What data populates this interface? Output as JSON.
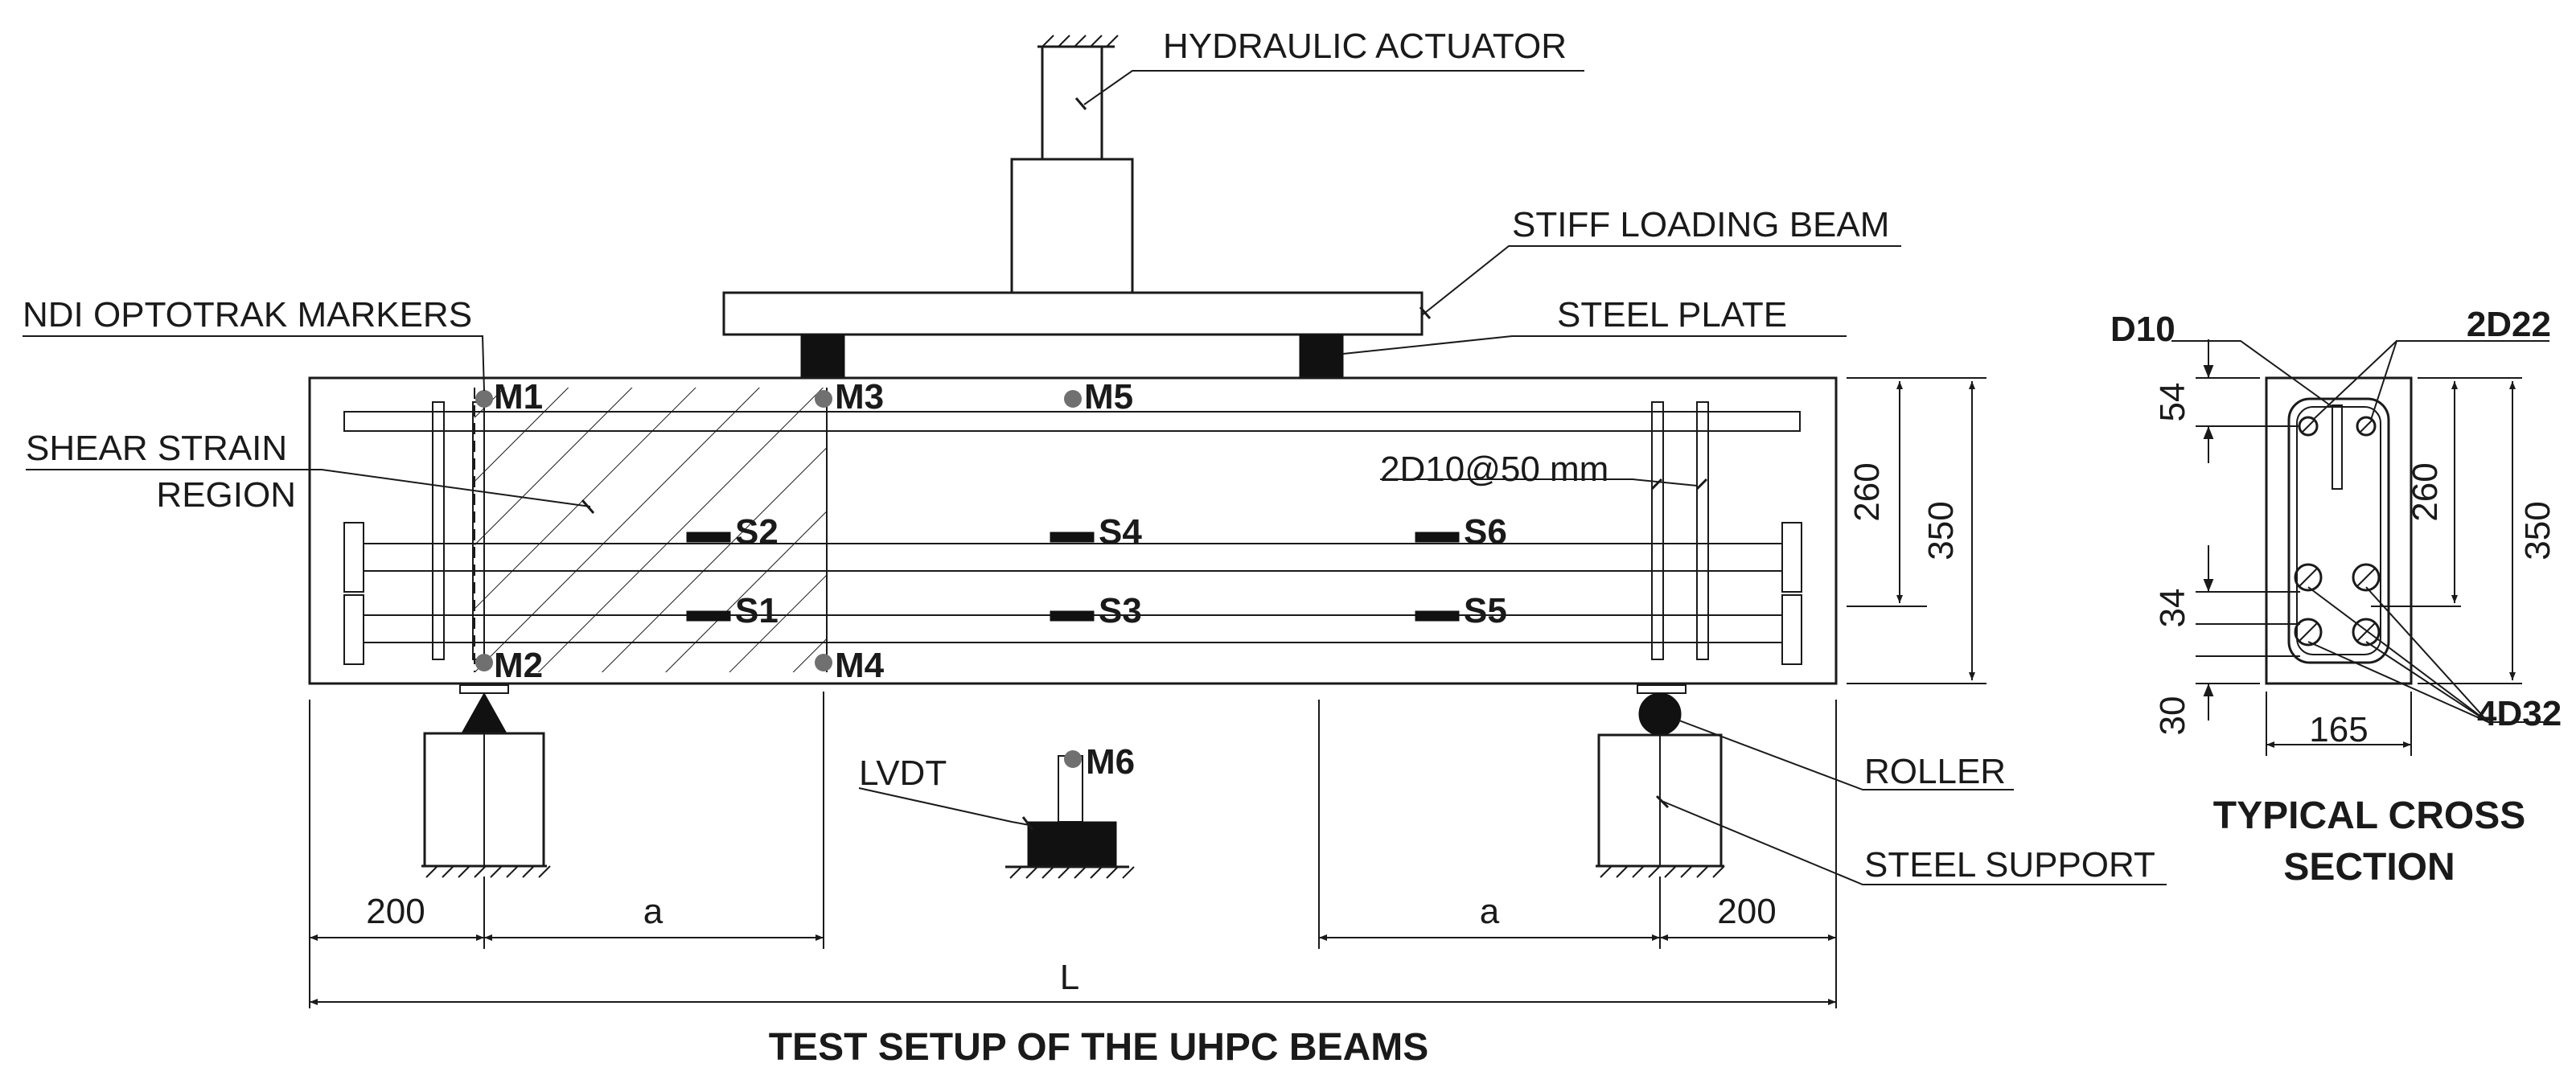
{
  "colors": {
    "ink": "#1a1a1a",
    "marker": "#707070",
    "solid": "#111111"
  },
  "labels": {
    "hydraulic_actuator": "HYDRAULIC ACTUATOR",
    "stiff_loading_beam": "STIFF LOADING BEAM",
    "steel_plate": "STEEL PLATE",
    "ndi_markers": "NDI OPTOTRAK MARKERS",
    "shear_strain_1": "SHEAR STRAIN",
    "shear_strain_2": "REGION",
    "stirrups": "2D10@50 mm",
    "lvdt": "LVDT",
    "roller": "ROLLER",
    "steel_support": "STEEL SUPPORT"
  },
  "markers": {
    "m1": "M1",
    "m2": "M2",
    "m3": "M3",
    "m4": "M4",
    "m5": "M5",
    "m6": "M6"
  },
  "gauges": {
    "s1": "S1",
    "s2": "S2",
    "s3": "S3",
    "s4": "S4",
    "s5": "S5",
    "s6": "S6"
  },
  "dimensions": {
    "left_overhang": "200",
    "right_overhang": "200",
    "shear_span_left": "a",
    "shear_span_right": "a",
    "span": "L",
    "effective_depth": "260",
    "total_depth": "350"
  },
  "cross_section": {
    "top_bar": "D10",
    "top_bars": "2D22",
    "bottom_bars": "4D32",
    "cover_top": "54",
    "depth_260": "260",
    "depth_350": "350",
    "spacing_34": "34",
    "cover_bottom": "30",
    "width": "165",
    "title_1": "TYPICAL CROSS",
    "title_2": "SECTION"
  },
  "titles": {
    "main": "TEST SETUP OF THE UHPC BEAMS"
  }
}
